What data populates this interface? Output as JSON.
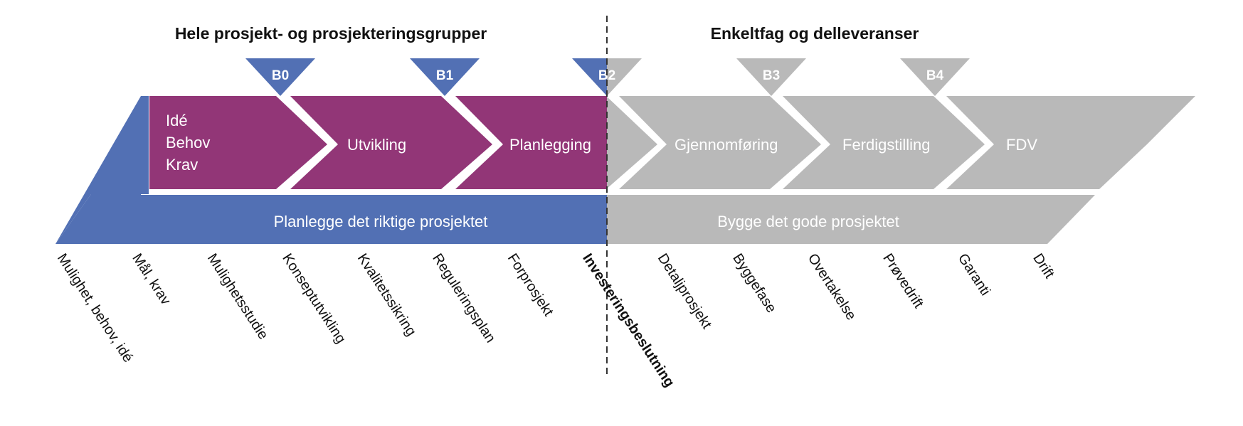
{
  "colors": {
    "blue": "#5270b4",
    "purple": "#923677",
    "gray": "#b9b9b9",
    "white": "#ffffff",
    "text_dark": "#111111"
  },
  "headers": {
    "left": "Hele prosjekt- og prosjekteringsgrupper",
    "right": "Enkeltfag og delleveranser"
  },
  "gates": [
    "B0",
    "B1",
    "B2",
    "B3",
    "B4"
  ],
  "phases": {
    "idea_lines": [
      "Idé",
      "Behov",
      "Krav"
    ],
    "utvikling": "Utvikling",
    "planlegging": "Planlegging",
    "gjennomforing": "Gjennomføring",
    "ferdigstilling": "Ferdigstilling",
    "fdv": "FDV"
  },
  "bands": {
    "left": "Planlegge det riktige prosjektet",
    "right": "Bygge det gode prosjektet"
  },
  "milestones": [
    "Mulighet, behov, idé",
    "Mål, krav",
    "Mulighetsstudie",
    "Konseptutvikling",
    "Kvalitetssikring",
    "Reguleringsplan",
    "Forprosjekt",
    "Investeringsbeslutning",
    "Detaljprosjekt",
    "Byggefase",
    "Overtakelse",
    "Prøvedrift",
    "Garanti",
    "Drift"
  ],
  "highlighted_milestone": "Investeringsbeslutning"
}
